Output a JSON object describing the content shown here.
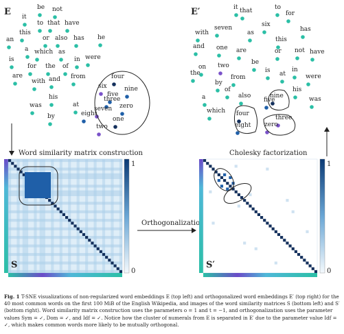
{
  "panels": {
    "top_left": {
      "label": "E",
      "words": [
        "be",
        "not",
        "it",
        "to",
        "that",
        "have",
        "this",
        "or",
        "also",
        "he",
        "an",
        "a",
        "which",
        "as",
        "has",
        "is",
        "for",
        "the",
        "of",
        "in",
        "were",
        "are",
        "with",
        "and",
        "from",
        "six",
        "four",
        "nine",
        "five",
        "his",
        "at",
        "three",
        "zero",
        "seven",
        "was",
        "eight",
        "one",
        "by",
        "two"
      ]
    },
    "top_right": {
      "label": "E′",
      "words": [
        "it",
        "that",
        "to",
        "for",
        "seven",
        "six",
        "with",
        "as",
        "has",
        "and",
        "one",
        "are",
        "this",
        "not",
        "have",
        "two",
        "be",
        "or",
        "on",
        "the",
        "from",
        "is",
        "at",
        "in",
        "were",
        "by",
        "also",
        "nine",
        "of",
        "five",
        "his",
        "was",
        "a",
        "which",
        "four",
        "three",
        "eight",
        "zero"
      ]
    },
    "bottom_left": {
      "label": "S",
      "colorbar_max": "1",
      "colorbar_min": "0"
    },
    "bottom_right": {
      "label": "S′",
      "colorbar_max": "1",
      "colorbar_min": "0"
    }
  },
  "arrows": {
    "down_label": "Word similarity matrix construction",
    "right_label": "Orthogonalization",
    "up_label": "Cholesky factorization"
  },
  "caption": {
    "fig_label": "Fig. 1",
    "text": "T-SNE visualizations of non-regularized word embeddings E (top left) and orthogonalized word embeddings E′ (top right) for the 40 most common words on the first 100 MiB of the English Wikipedia, and images of the word similarity matrices S (bottom left) and S′ (bottom right). Word similarity matrix construction uses the parameters o = 1 and t = −1, and orthogonalization uses the parameter values Sym = ✓, Dom = ✓, and Idf = ✓. Notice how the cluster of numerals from E is separated in E′ due to the parameter value Idf = ✓, which makes common words more likely to be mutually orthogonal."
  },
  "colors": {
    "teal": "#2bbfa6",
    "blue": "#1f5fa8",
    "navy": "#14305c",
    "purple": "#7a52c9",
    "light_blue": "#b8d6ec"
  }
}
